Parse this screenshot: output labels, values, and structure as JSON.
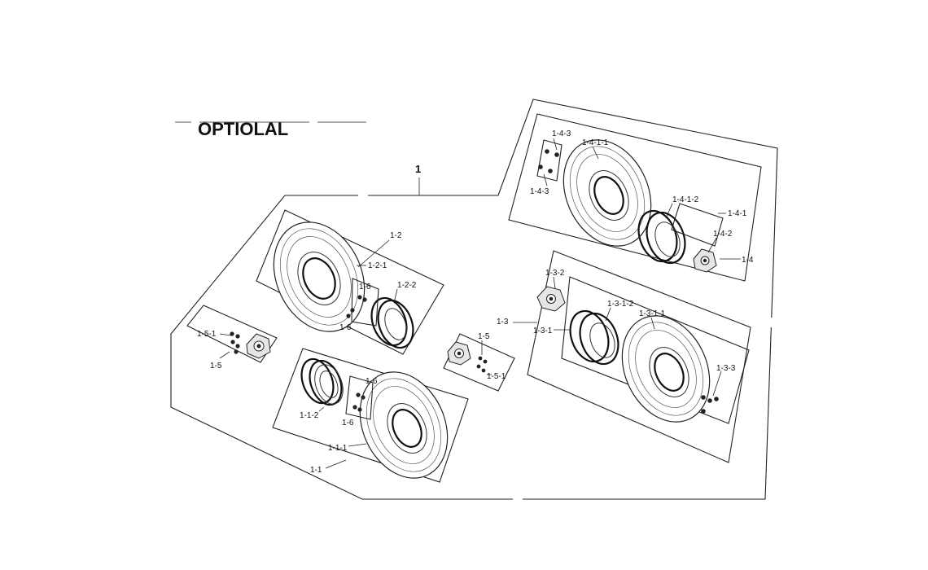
{
  "title": "OPTIOLAL",
  "main_label": "1",
  "labels": {
    "l_1_1": "1-1",
    "l_1_1_1": "1-1-1",
    "l_1_1_2": "1-1-2",
    "l_1_2": "1-2",
    "l_1_2_1": "1-2-1",
    "l_1_2_2": "1-2-2",
    "l_1_3": "1-3",
    "l_1_3_1": "1-3-1",
    "l_1_3_1_1": "1-3-1-1",
    "l_1_3_1_2": "1-3-1-2",
    "l_1_3_2": "1-3-2",
    "l_1_3_3": "1-3-3",
    "l_1_4": "1-4",
    "l_1_4_1": "1-4-1",
    "l_1_4_1_1": "1-4-1-1",
    "l_1_4_1_2": "1-4-1-2",
    "l_1_4_2": "1-4-2",
    "l_1_4_3_top": "1-4-3",
    "l_1_4_3_bot": "1-4-3",
    "l_1_5_left": "1-5",
    "l_1_5_1_left": "1-5-1",
    "l_1_5_mid": "1-5",
    "l_1_5_1_mid": "1-5-1",
    "l_1_6_a": "1-6",
    "l_1_6_b": "1-6",
    "l_1_6_c": "1-6",
    "l_1_6_d": "1-6"
  }
}
